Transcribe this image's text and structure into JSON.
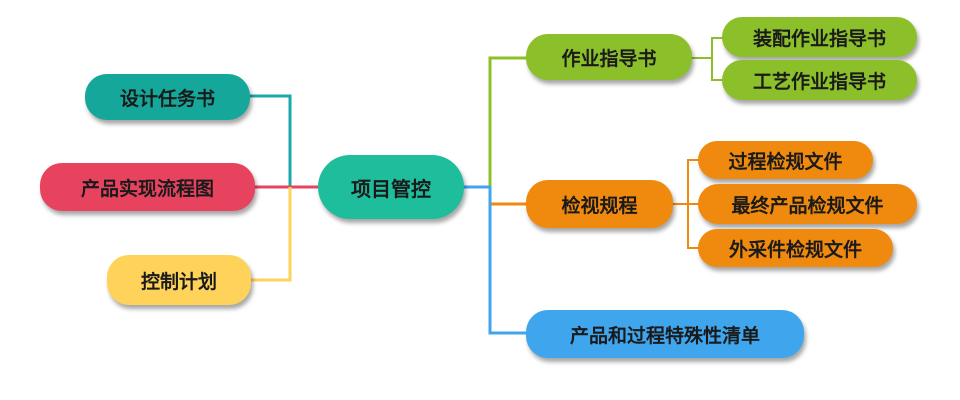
{
  "center": {
    "label": "项目管控",
    "color": "#1ebd9c"
  },
  "left_branches": [
    {
      "label": "设计任务书",
      "color": "#14a79a",
      "line": "#1aa8ad"
    },
    {
      "label": "产品实现流程图",
      "color": "#e8435e",
      "line": "#e8435e"
    },
    {
      "label": "控制计划",
      "color": "#ffd25a",
      "line": "#ffd25a"
    }
  ],
  "right_branches": [
    {
      "label": "作业指导书",
      "color": "#8cc02a",
      "line": "#8cc02a",
      "children": [
        "装配作业指导书",
        "工艺作业指导书"
      ]
    },
    {
      "label": "检视规程",
      "color": "#f08a0e",
      "line": "#f08a0e",
      "children": [
        "过程检规文件",
        "最终产品检规文件",
        "外采件检规文件"
      ]
    },
    {
      "label": "产品和过程特殊性清单",
      "color": "#3fa6ee",
      "line": "#3fa6ee",
      "children": []
    }
  ]
}
